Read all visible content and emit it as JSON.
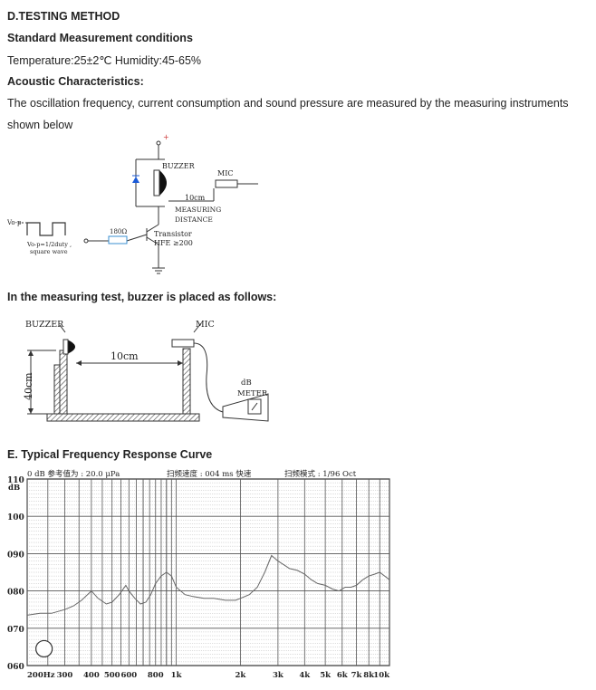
{
  "sections": {
    "testing_method": "D.TESTING METHOD",
    "std_conditions": "Standard Measurement conditions",
    "conditions_line": "Temperature:25±2℃  Humidity:45-65%",
    "acoustic": "Acoustic Characteristics:",
    "acoustic_text_1": "The oscillation frequency, current consumption and sound pressure are measured by the measuring instruments",
    "acoustic_text_2": "shown below",
    "placement": "In the measuring test, buzzer is placed as follows:",
    "curve_title": "E. Typical Frequency Response Curve"
  },
  "circuit": {
    "buzzer": "BUZZER",
    "mic": "MIC",
    "distance": "10cm",
    "measuring": "MEASURING",
    "distance_word": "DISTANCE",
    "resistor": "180Ω",
    "transistor": "Transistor",
    "hfe": "HFE ≥200",
    "vop": "Vo-p",
    "wave_1": "Vo-p=1/2duty ,",
    "wave_2": "square wave",
    "plus": "+"
  },
  "setup": {
    "buzzer": "BUZZER",
    "mic": "MIC",
    "distance": "10cm",
    "height": "40cm",
    "db": "dB",
    "meter": "METER"
  },
  "chart_data": {
    "type": "line",
    "header_left": "0 dB 参考值为 : 20.0 μPa",
    "header_mid": "扫频速度 : 004 ms 快速",
    "header_right": "扫频模式 : 1/96  Oct",
    "ylabel": "dB",
    "yticks": [
      "110",
      "100",
      "090",
      "080",
      "070",
      "060"
    ],
    "ylim": [
      60,
      110
    ],
    "xscale": "log",
    "xlim": [
      200,
      10000
    ],
    "xticks": [
      {
        "label": "200Hz",
        "value": 200
      },
      {
        "label": "300",
        "value": 300
      },
      {
        "label": "400",
        "value": 400
      },
      {
        "label": "500",
        "value": 500
      },
      {
        "label": "600",
        "value": 600
      },
      {
        "label": "800",
        "value": 800
      },
      {
        "label": "1k",
        "value": 1000
      },
      {
        "label": "2k",
        "value": 2000
      },
      {
        "label": "3k",
        "value": 3000
      },
      {
        "label": "4k",
        "value": 4000
      },
      {
        "label": "5k",
        "value": 5000
      },
      {
        "label": "6k",
        "value": 6000
      },
      {
        "label": "7k",
        "value": 7000
      },
      {
        "label": "8k",
        "value": 8000
      },
      {
        "label": "10k",
        "value": 10000
      }
    ],
    "series": [
      {
        "color": "#666666",
        "x": [
          200,
          230,
          260,
          300,
          330,
          360,
          400,
          430,
          470,
          500,
          540,
          580,
          600,
          640,
          680,
          720,
          760,
          800,
          850,
          900,
          950,
          1000,
          1100,
          1200,
          1350,
          1500,
          1700,
          1900,
          2000,
          2200,
          2400,
          2600,
          2800,
          3000,
          3200,
          3400,
          3700,
          4000,
          4300,
          4600,
          5000,
          5400,
          5800,
          6200,
          6600,
          7000,
          7500,
          8000,
          8500,
          9000,
          10000
        ],
        "y": [
          73.5,
          74,
          74,
          75,
          76,
          77.5,
          80,
          78,
          76.5,
          77,
          79,
          81.5,
          80,
          78,
          76.5,
          77,
          79,
          82,
          84,
          85,
          84,
          81,
          79,
          78.5,
          78,
          78,
          77.5,
          77.5,
          78,
          79,
          81,
          85,
          89.5,
          88,
          87,
          86,
          85.5,
          84.5,
          83,
          82,
          81.5,
          80.5,
          80,
          81,
          81,
          81.5,
          83,
          84,
          84.5,
          85,
          83
        ]
      }
    ],
    "grid": true
  }
}
